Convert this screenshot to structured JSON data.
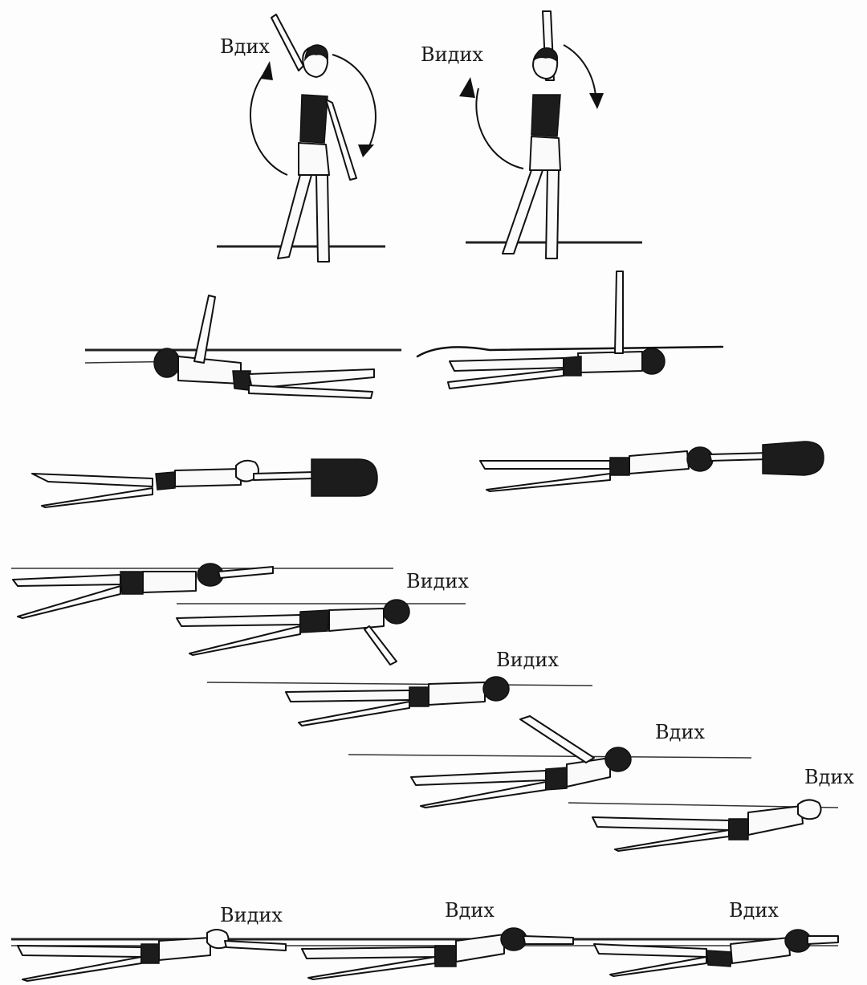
{
  "labels": {
    "standing_left_inhale": "Вдих",
    "standing_right_exhale": "Видих",
    "series_row4_exhale": "Видих",
    "series_row5_exhale": "Видих",
    "series_row6_inhale": "Вдих",
    "series_row7_inhale": "Вдих",
    "bottom_exhale": "Видих",
    "bottom_inhale_middle": "Вдих",
    "bottom_inhale_right": "Вдих"
  }
}
